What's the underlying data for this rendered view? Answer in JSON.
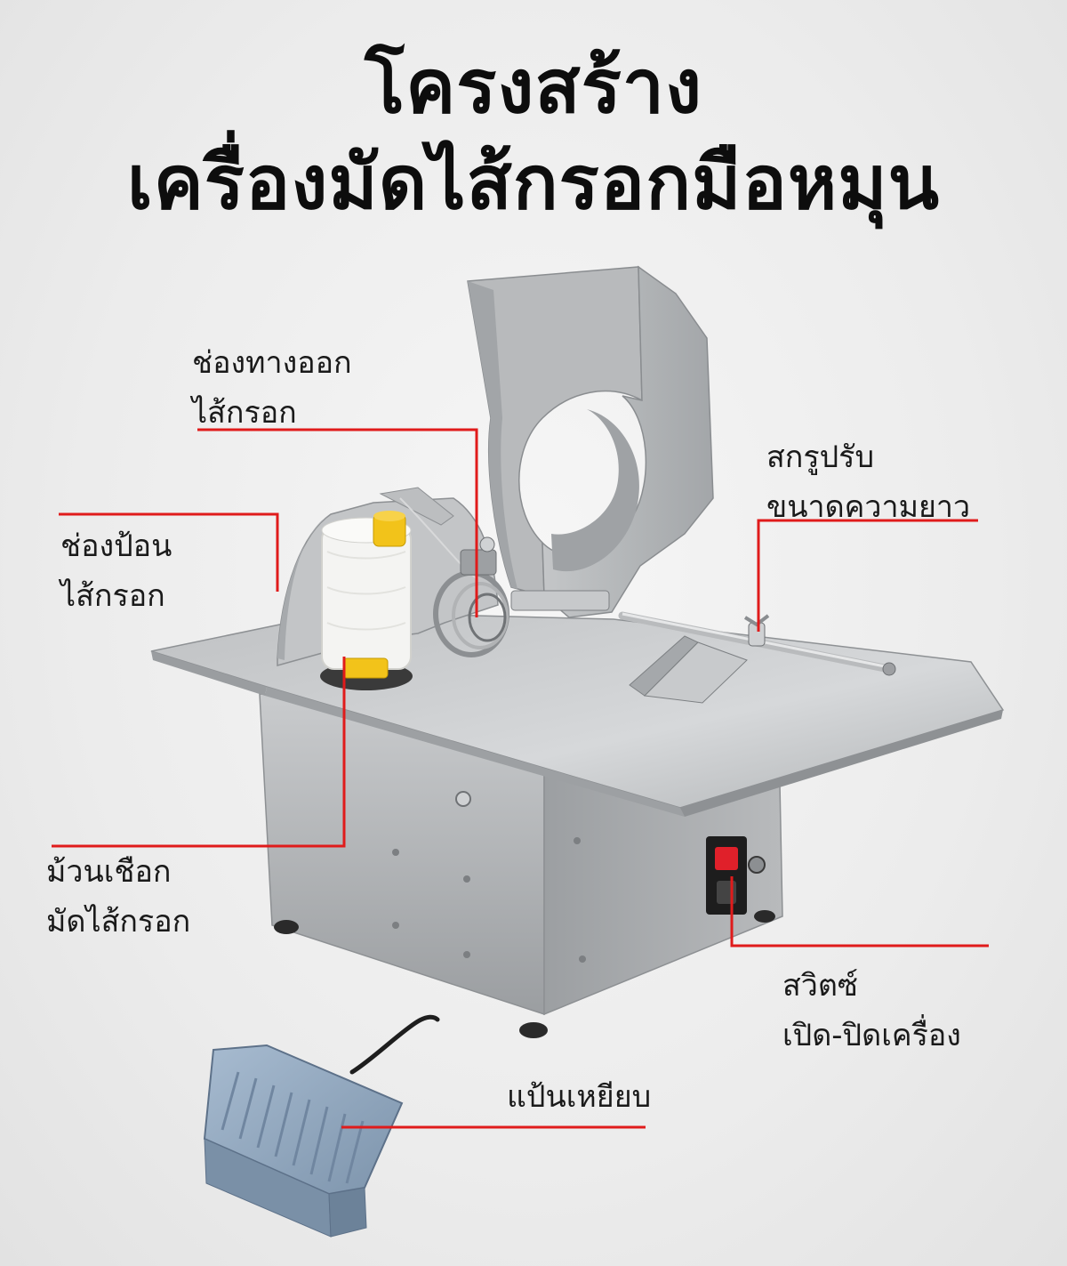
{
  "title": {
    "line1": "โครงสร้าง",
    "line2": "เครื่องมัดไส้กรอกมือหมุน"
  },
  "callouts": {
    "outlet": {
      "line1": "ช่องทางออก",
      "line2": "ไส้กรอก"
    },
    "feeder": {
      "line1": "ช่องป้อน",
      "line2": "ไส้กรอก"
    },
    "length_screw": {
      "line1": "สกรูปรับ",
      "line2": "ขนาดความยาว"
    },
    "string_roll": {
      "line1": "ม้วนเชือก",
      "line2": "มัดไส้กรอก"
    },
    "power_switch": {
      "line1": "สวิตซ์",
      "line2": "เปิด-ปิดเครื่อง"
    },
    "foot_pedal": {
      "line1": "แป้นเหยียบ"
    }
  },
  "colors": {
    "leader_line": "#e01b1b",
    "steel": "#a9abad",
    "pedal": "#8fa6bd",
    "switch": "#e0202a"
  }
}
